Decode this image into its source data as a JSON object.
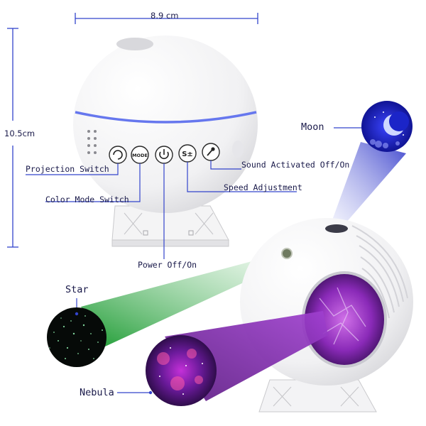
{
  "dimensions": {
    "width": "8.9 cm",
    "height": "10.5cm"
  },
  "buttons": [
    {
      "icon": "rotate-icon",
      "glyph": "⟳"
    },
    {
      "icon": "mode-icon",
      "glyph": "MODE"
    },
    {
      "icon": "power-icon",
      "glyph": "⏻"
    },
    {
      "icon": "speed-icon",
      "glyph": "S±"
    },
    {
      "icon": "microphone-icon",
      "glyph": "🎤"
    }
  ],
  "labels": {
    "projection_switch": "Projection Switch",
    "color_mode_switch": "Color Mode Switch",
    "power": "Power Off/On",
    "speed": "Speed Adjustment",
    "sound": "Sound Activated Off/On",
    "moon": "Moon",
    "star": "Star",
    "nebula": "Nebula"
  },
  "colors": {
    "accent_line": "#3344cc",
    "ring": "#6677ee",
    "star_beam": "#1fa33a",
    "nebula_beam": "#7a1fa8",
    "moon_beam": "#3a3ecf"
  }
}
